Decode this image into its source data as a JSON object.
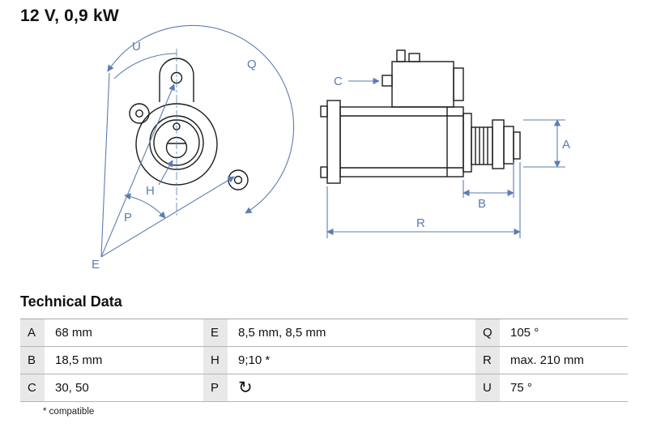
{
  "title": "12 V, 0,9 kW",
  "drawing": {
    "labels": {
      "U": "U",
      "Q": "Q",
      "H": "H",
      "P": "P",
      "E": "E",
      "C": "C",
      "A": "A",
      "B": "B",
      "R": "R"
    }
  },
  "technical_data": {
    "heading": "Technical Data",
    "footnote": "* compatible",
    "rotation_icon": "↻",
    "rows": [
      {
        "k1": "A",
        "v1": "68 mm",
        "k2": "E",
        "v2": "8,5 mm, 8,5 mm",
        "k3": "Q",
        "v3": "105 °"
      },
      {
        "k1": "B",
        "v1": "18,5 mm",
        "k2": "H",
        "v2": "9;10 *",
        "k3": "R",
        "v3": "max. 210 mm"
      },
      {
        "k1": "C",
        "v1": "30, 50",
        "k2": "P",
        "v2": "",
        "k3": "U",
        "v3": "75 °"
      }
    ]
  },
  "colors": {
    "dimension_blue": "#5b7db1",
    "line_black": "#1c1c1c",
    "key_cell_bg": "#e8e8e8"
  }
}
